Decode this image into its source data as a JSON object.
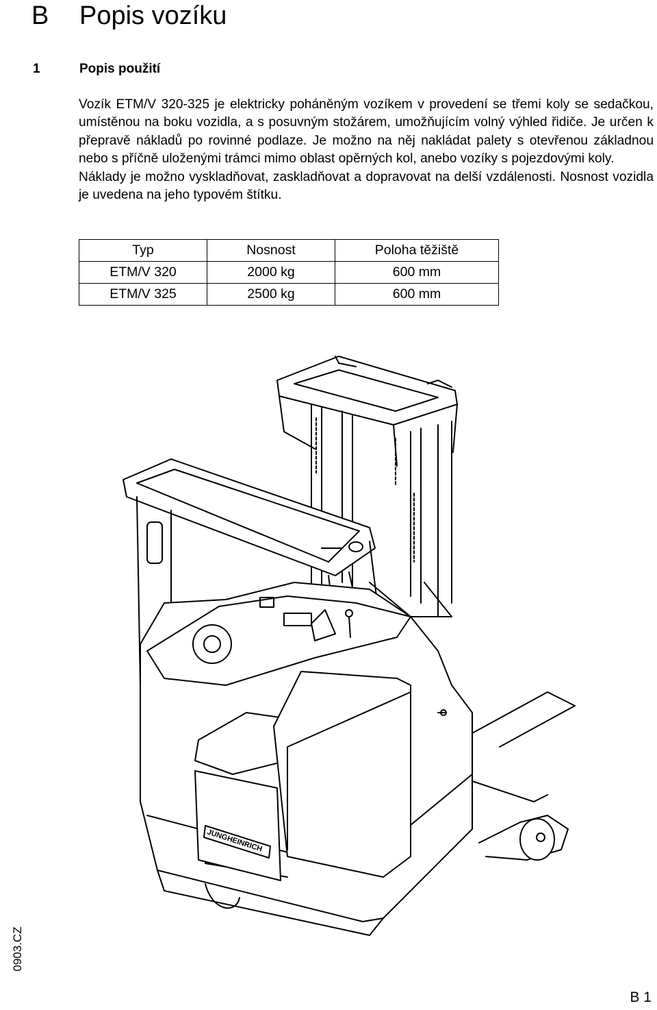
{
  "chapter": {
    "letter": "B",
    "title": "Popis vozíku"
  },
  "section": {
    "number": "1",
    "title": "Popis použití"
  },
  "paragraphs": [
    "Vozík ETM/V 320-325 je elektricky poháněným vozíkem v provedení se třemi koly se sedačkou, umístěnou na boku vozidla, a s posuvným stožárem, umožňujícím volný výhled řidiče. Je určen k přepravě nákladů po rovinné podlaze. Je možno na něj nakládat palety s otevřenou základnou nebo s příčně uloženými trámci mimo oblast opěrných kol, anebo vozíky s pojezdovými koly.",
    "Náklady je možno vyskladňovat, zaskladňovat a dopravovat na delší vzdálenosti. Nosnost vozidla je uvedena na jeho typovém štítku."
  ],
  "table": {
    "headers": [
      "Typ",
      "Nosnost",
      "Poloha těžiště"
    ],
    "rows": [
      [
        "ETM/V 320",
        "2000 kg",
        "600 mm"
      ],
      [
        "ETM/V 325",
        "2500 kg",
        "600 mm"
      ]
    ]
  },
  "illustration": {
    "brand_label": "JUNGHEINRICH"
  },
  "footer": {
    "doc_id": "0903.CZ",
    "page": "B 1"
  }
}
